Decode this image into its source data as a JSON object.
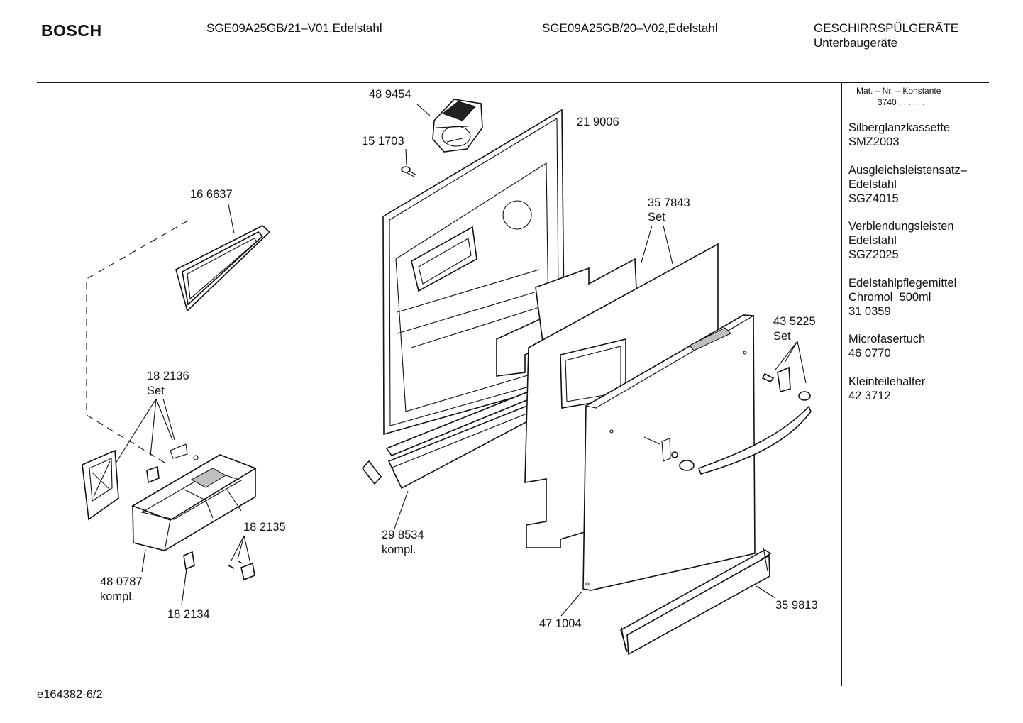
{
  "header": {
    "brand": "BOSCH",
    "model_1": "SGE09A25GB/21–V01,Edelstahl",
    "model_2": "SGE09A25GB/20–V02,Edelstahl",
    "category": "GESCHIRRSPÜLGERÄTE",
    "subcategory": "Unterbaugeräte"
  },
  "parts": {
    "p489454": "48 9454",
    "p151703": "15 1703",
    "p219006": "21 9006",
    "p166637": "16 6637",
    "p357843": "35 7843",
    "p357843_note": "Set",
    "p435225": "43 5225",
    "p435225_note": "Set",
    "p182136": "18 2136",
    "p182136_note": "Set",
    "p182135": "18 2135",
    "p298534": "29 8534",
    "p298534_note": "kompl.",
    "p480787": "48 0787",
    "p480787_note": "kompl.",
    "p182134": "18 2134",
    "p471004": "47 1004",
    "p359813": "35 9813"
  },
  "sidebar": {
    "mat_header": "Mat. – Nr. – Konstante",
    "mat_value": "3740  .  .    .  .  .  .",
    "accessories": [
      {
        "name": "Silberglanzkassette",
        "line2": "",
        "code": "SMZ2003"
      },
      {
        "name": "Ausgleichsleistensatz–",
        "line2": "Edelstahl",
        "code": "SGZ4015"
      },
      {
        "name": "Verblendungsleisten",
        "line2": "Edelstahl",
        "code": "SGZ2025"
      },
      {
        "name": "Edelstahlpflegemittel",
        "line2": "Chromol  500ml",
        "code": "31 0359"
      },
      {
        "name": "Microfasertuch",
        "line2": "",
        "code": "46 0770"
      },
      {
        "name": "Kleinteilehalter",
        "line2": "",
        "code": "42 3712"
      }
    ]
  },
  "footer": {
    "doc_id": "e164382-6/2"
  }
}
